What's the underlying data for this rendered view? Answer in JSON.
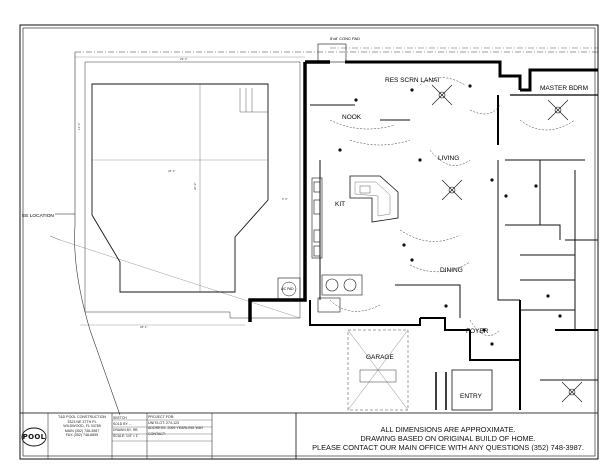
{
  "labels": {
    "conc_pad": "5'x8' CONC PAD",
    "lanai": "RES SCRN LANAI",
    "master": "MASTER BDRM",
    "nook": "NOOK",
    "living": "LIVING",
    "kit": "KIT",
    "dining": "DINING",
    "garage": "GARAGE",
    "foyer": "FOYER",
    "entry": "ENTRY",
    "equipment_location": "EE LOCATION",
    "ac_pad": "A/C PAD"
  },
  "title_block": {
    "notes": [
      "ALL DIMENSIONS ARE APPROXIMATE.",
      "DRAWING BASED ON ORIGINAL BUILD OF HOME.",
      "PLEASE CONTACT OUR MAIN OFFICE WITH ANY QUESTIONS (352) 748-3987."
    ],
    "company": [
      "T&D POOL CONSTRUCTION",
      "3323 NE 37TH PL",
      "WILDWOOD, FL 34785",
      "MAIN (352) 748-3987",
      "FAX (352) 748-6895"
    ],
    "sketch": [
      "SKETCH",
      "SOLD BY: --",
      "DRAWN BY: RB",
      "SCALE: 1/4\" = 1'"
    ],
    "project": [
      "PROJECT FOR:",
      "UNIT/LOT: 274-123",
      "ADDRESS: 2069 YEARLING WAY",
      "CONTACT:"
    ],
    "logo_text": "POOL"
  }
}
